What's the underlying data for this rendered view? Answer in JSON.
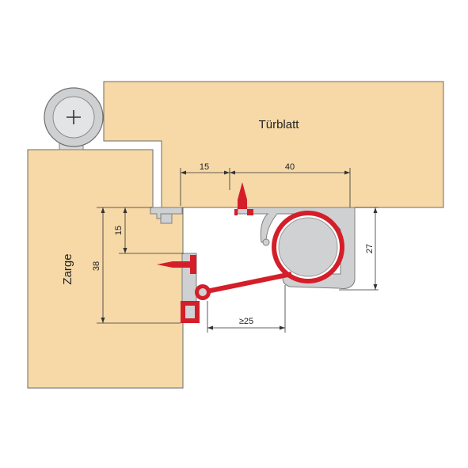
{
  "labels": {
    "door_leaf": "Türblatt",
    "frame": "Zarge"
  },
  "dimensions": {
    "gap_15_horizontal": "15",
    "width_40": "40",
    "height_27": "27",
    "offset_15_vertical": "15",
    "height_38": "38",
    "min_25": "≥25"
  },
  "colors": {
    "wood": "#f6d9a7",
    "seal_red": "#d41e2a",
    "profile_gray": "#cfd0d1"
  }
}
